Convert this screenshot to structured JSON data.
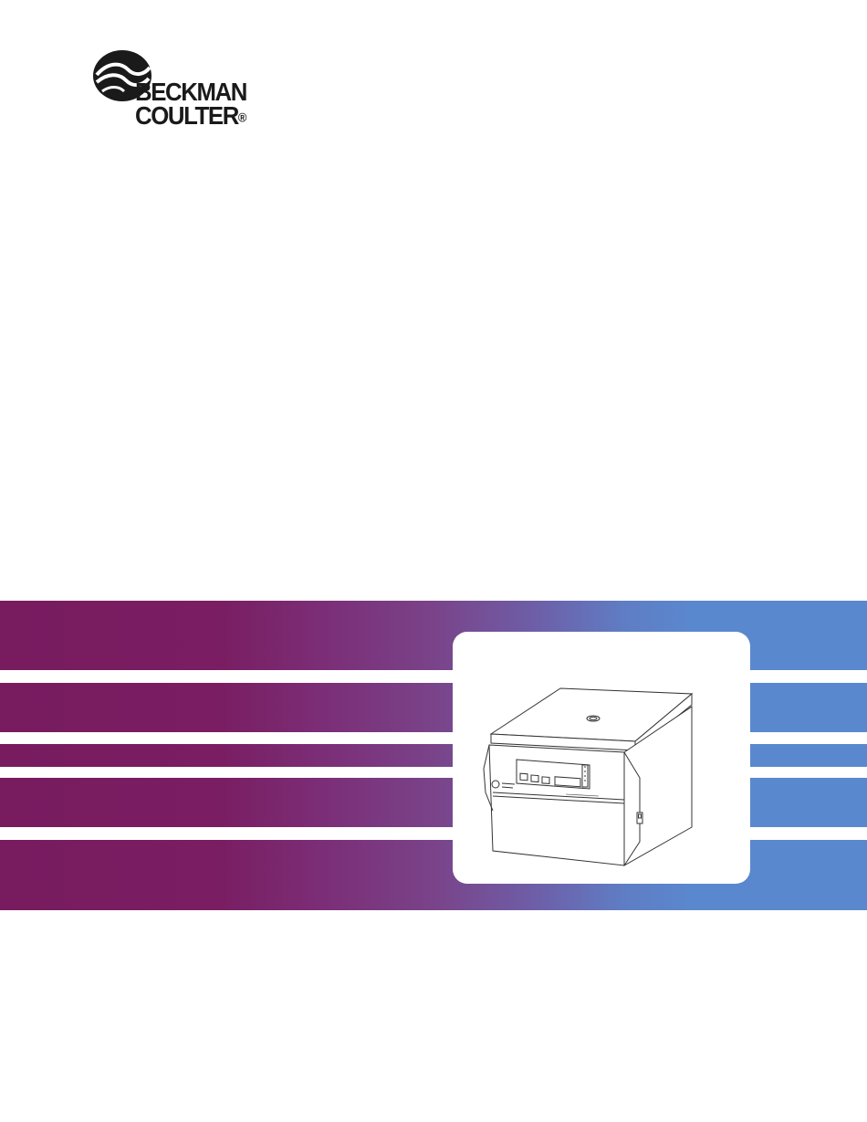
{
  "brand": {
    "line1": "BECKMAN",
    "line2": "COULTER",
    "registered": "®"
  },
  "colors": {
    "stripe_left": "#781b5f",
    "stripe_mid": "#7a4389",
    "stripe_right": "#5a88ce",
    "logo": "#1a1a1a"
  },
  "illustration": {
    "icon": "centrifuge-illustration"
  }
}
